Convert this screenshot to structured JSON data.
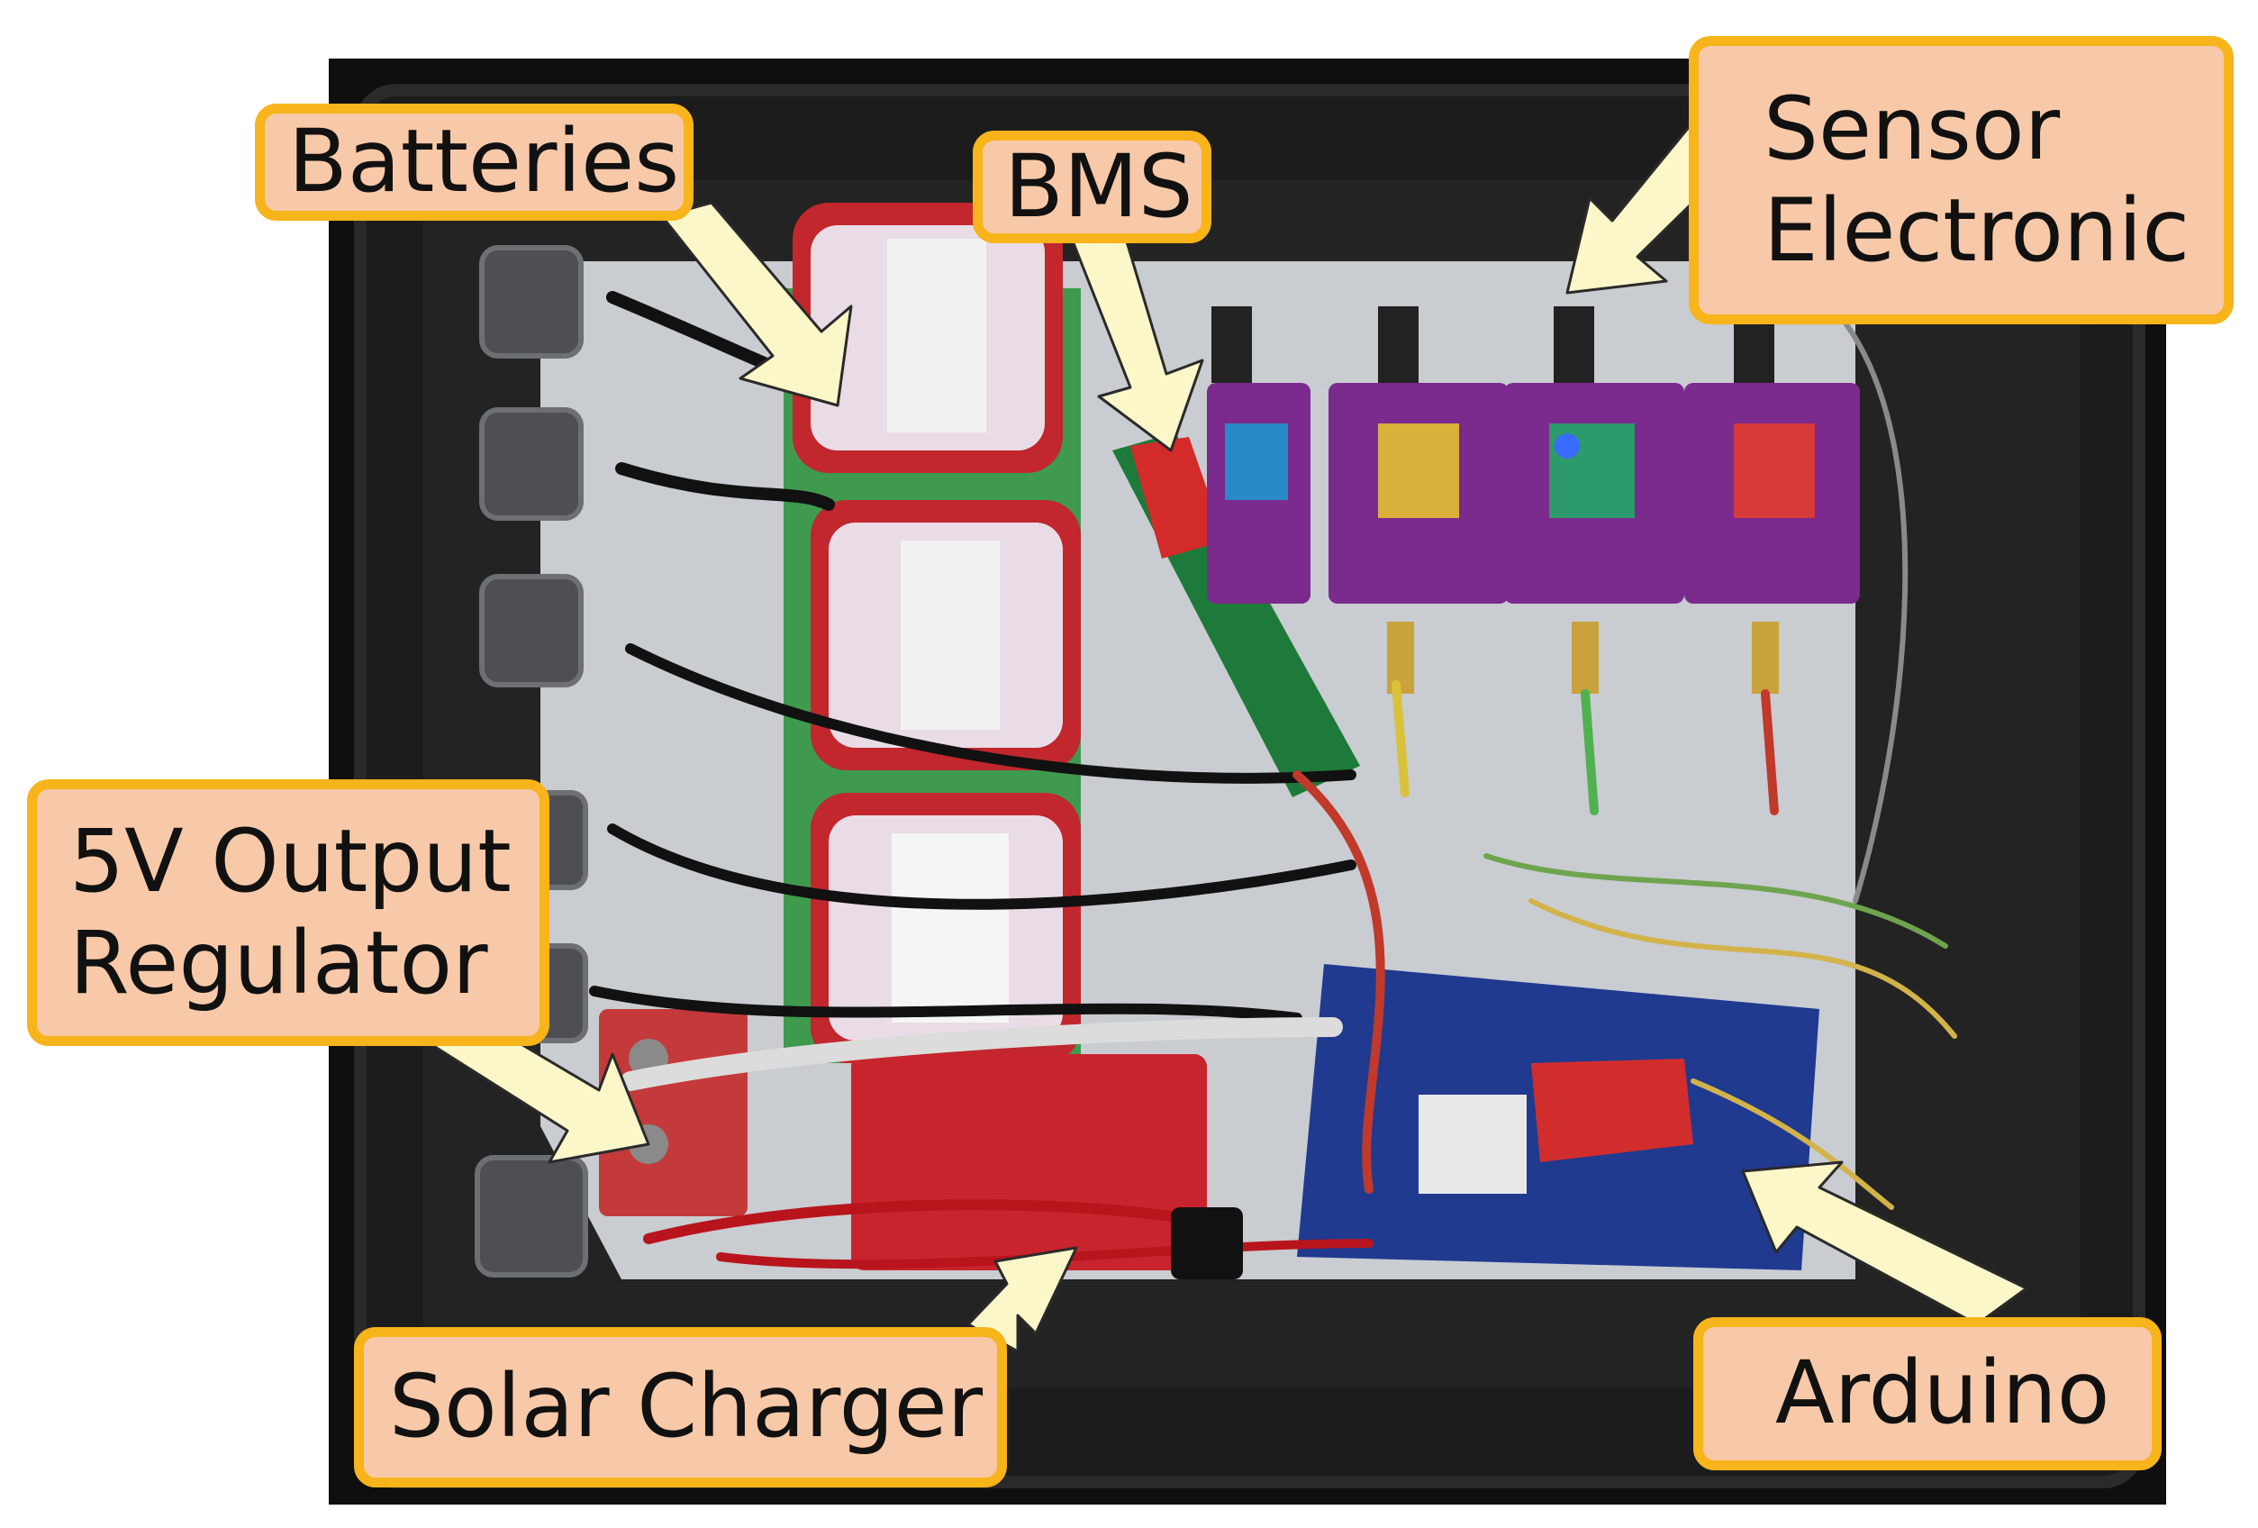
{
  "labels": {
    "batteries": "Batteries",
    "bms": "BMS",
    "sensor_line1": "Sensor",
    "sensor_line2": "Electronic",
    "regulator_line1": "5V Output",
    "regulator_line2": "Regulator",
    "solar_charger": "Solar Charger",
    "arduino": "Arduino"
  },
  "colors": {
    "callout_fill": "#f8c9a8",
    "callout_border": "#f7b41b",
    "arrow_fill": "#fbf7c8",
    "enclosure": "#151515",
    "backplate": "#c9ccd1",
    "battery_pack": "#c1272d",
    "board_purple": "#7b2a8e",
    "arduino_blue": "#1f3a8f"
  }
}
